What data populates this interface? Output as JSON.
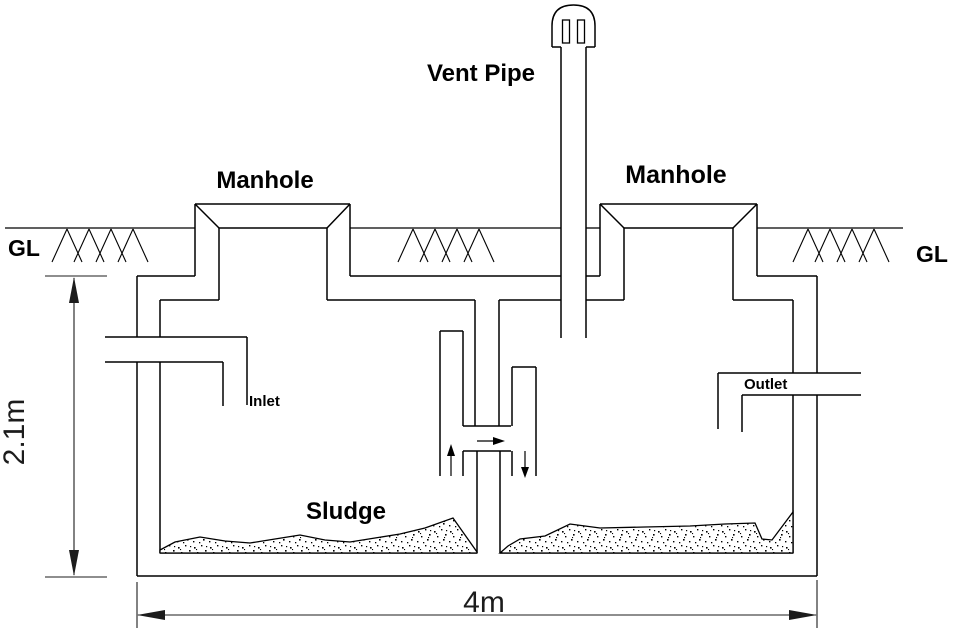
{
  "diagram": {
    "type": "septic-tank-cross-section",
    "labels": {
      "gl_left": "GL",
      "gl_right": "GL",
      "manhole_left": "Manhole",
      "manhole_right": "Manhole",
      "vent_pipe": "Vent Pipe",
      "inlet": "Inlet",
      "outlet": "Outlet",
      "sludge": "Sludge"
    },
    "dimensions": {
      "depth": "2.1m",
      "width": "4m"
    },
    "flow_arrows": [
      "up",
      "right",
      "down"
    ],
    "colors": {
      "line": "#000000",
      "background": "#ffffff"
    }
  }
}
